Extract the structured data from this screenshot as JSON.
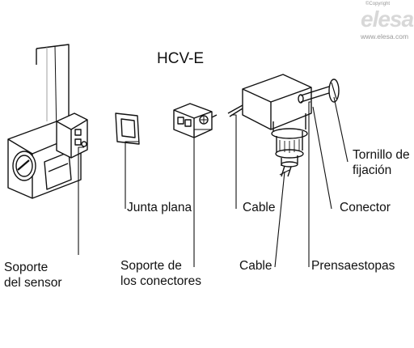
{
  "brand": {
    "copyright": "©Copyright",
    "name": "elesa",
    "url": "www.elesa.com"
  },
  "title": "HCV-E",
  "labels": {
    "sensor_support": [
      "Soporte",
      "del sensor"
    ],
    "flat_gasket": "Junta plana",
    "connector_support": [
      "Soporte de",
      "los conectores"
    ],
    "cable_top": "Cable",
    "cable_bottom": "Cable",
    "fixing_screw": [
      "Tornillo de",
      "fijación"
    ],
    "connector": "Conector",
    "cable_gland": "Prensaestopas"
  }
}
